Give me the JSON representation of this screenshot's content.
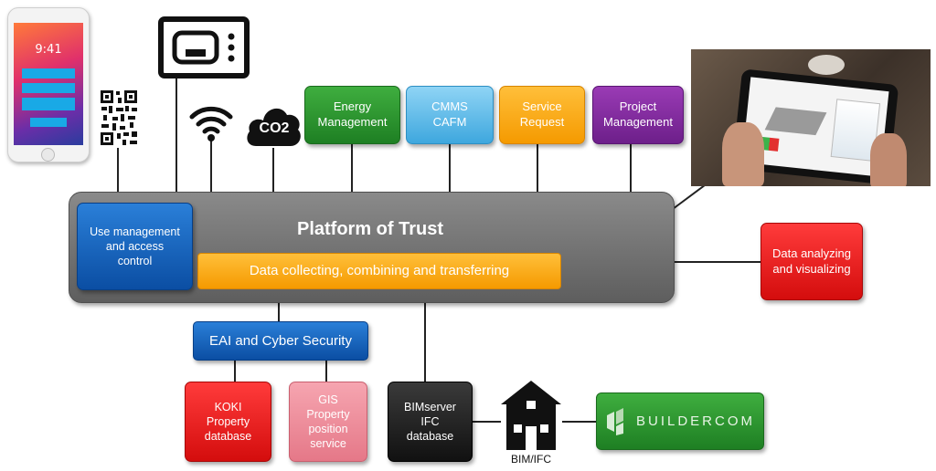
{
  "top_services": {
    "energy": "Energy\nManagement",
    "cmms": "CMMS\nCAFM",
    "service": "Service\nRequest",
    "project": "Project\nManagement"
  },
  "platform": {
    "title": "Platform of Trust",
    "data_bar": "Data collecting, combining and transferring",
    "use_management": "Use management\nand access\ncontrol"
  },
  "right": {
    "analyzing": "Data analyzing\nand visualizing"
  },
  "security": "EAI and Cyber Security",
  "bottom": {
    "koki": "KOKI\nProperty\ndatabase",
    "gis": "GIS\nProperty\nposition\nservice",
    "bimserver": "BIMserver\nIFC\ndatabase",
    "bim_label": "BIM/IFC",
    "buildercom": "BUILDERCOM"
  },
  "icons": {
    "co2": "CO2",
    "phone_time": "9:41"
  },
  "phone_buttons": [
    "",
    "",
    "",
    ""
  ],
  "colors": {
    "platform": "#6b6b6b",
    "data_bar": "#f8a80d",
    "use_management": "#0d58b0",
    "buildercom": "#27a52f"
  }
}
